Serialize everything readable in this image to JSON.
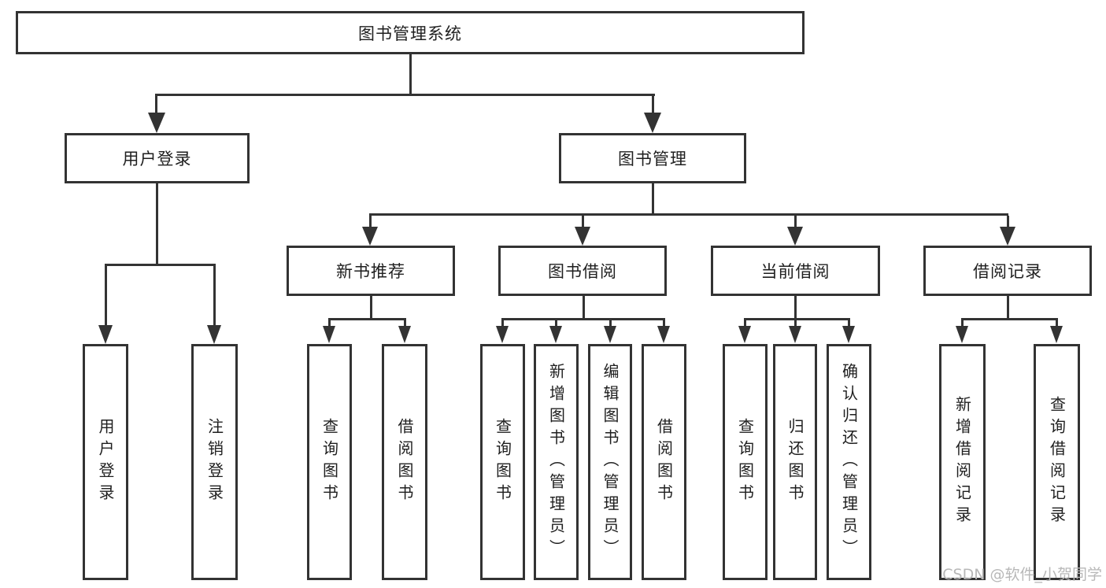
{
  "diagram": {
    "title": "图书管理系统",
    "level2": [
      {
        "label": "用户登录"
      },
      {
        "label": "图书管理"
      }
    ],
    "level3": [
      {
        "label": "新书推荐"
      },
      {
        "label": "图书借阅"
      },
      {
        "label": "当前借阅"
      },
      {
        "label": "借阅记录"
      }
    ],
    "leaves": [
      {
        "label": "用户登录"
      },
      {
        "label": "注销登录"
      },
      {
        "label": "查询图书"
      },
      {
        "label": "借阅图书"
      },
      {
        "label": "查询图书"
      },
      {
        "label": "新增图书（管理员）"
      },
      {
        "label": "编辑图书（管理员）"
      },
      {
        "label": "借阅图书"
      },
      {
        "label": "查询图书"
      },
      {
        "label": "归还图书"
      },
      {
        "label": "确认归还（管理员）"
      },
      {
        "label": "新增借阅记录"
      },
      {
        "label": "查询借阅记录"
      }
    ],
    "watermark": "CSDN @软件_小贺同学",
    "colors": {
      "line": "#333333",
      "text": "#1f1f1f",
      "watermark": "#b8b8b8",
      "background": "#ffffff"
    }
  }
}
